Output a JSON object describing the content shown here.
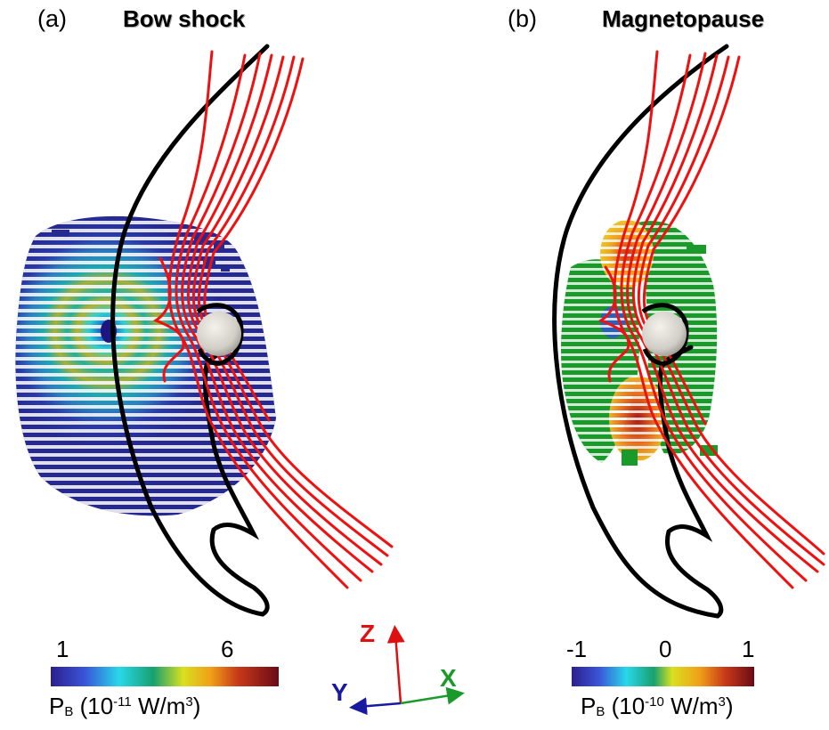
{
  "panel_a": {
    "label": "(a)",
    "title": "Bow shock",
    "colorbar": {
      "min_label": "1",
      "max_label": "6",
      "unit_prefix": "P",
      "unit_sub": "B",
      "unit_mid": " (10",
      "unit_exp": "-11",
      "unit_suffix": " W/m",
      "unit_exp2": "3",
      "unit_close": ")"
    }
  },
  "panel_b": {
    "label": "(b)",
    "title": "Magnetopause",
    "colorbar": {
      "min_label": "-1",
      "mid_label": "0",
      "max_label": "1",
      "unit_prefix": "P",
      "unit_sub": "B",
      "unit_mid": " (10",
      "unit_exp": "-10",
      "unit_suffix": " W/m",
      "unit_exp2": "3",
      "unit_close": ")"
    }
  },
  "axes": {
    "z_label": "Z",
    "y_label": "Y",
    "x_label": "X",
    "z_color": "#dd1111",
    "y_color": "#1a1aa0",
    "x_color": "#1a9a2a"
  },
  "colors": {
    "field_line": "#ee1111",
    "boundary": "#000000",
    "planet": "#dcdad2"
  }
}
